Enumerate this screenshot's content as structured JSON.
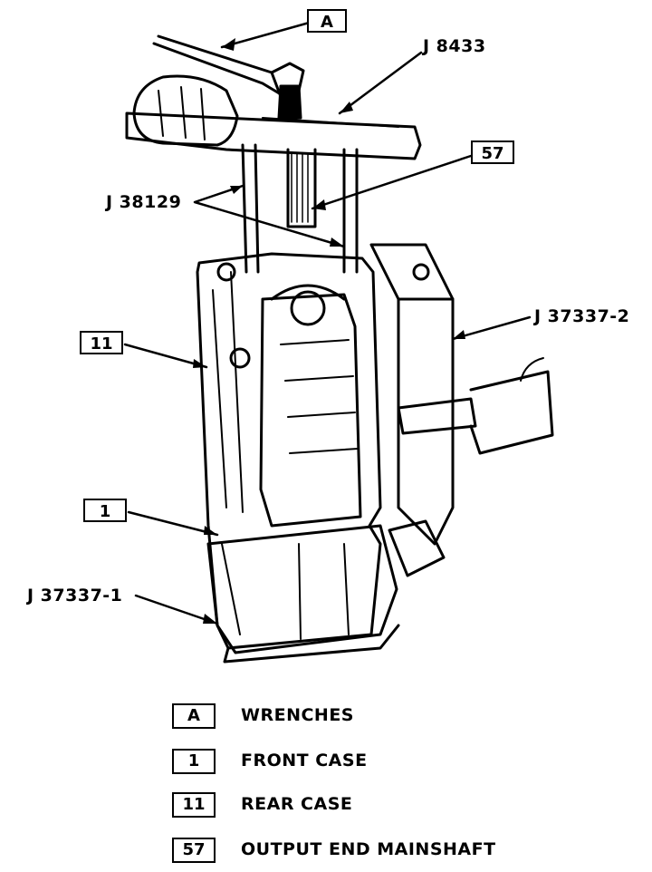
{
  "callouts": {
    "a": "A",
    "c57": "57",
    "c11": "11",
    "c1": "1"
  },
  "tools": {
    "j8433": "J 8433",
    "j38129": "J 38129",
    "j37337_2": "J 37337-2",
    "j37337_1": "J 37337-1"
  },
  "legend": [
    {
      "key": "A",
      "text": "WRENCHES"
    },
    {
      "key": "1",
      "text": "FRONT CASE"
    },
    {
      "key": "11",
      "text": "REAR CASE"
    },
    {
      "key": "57",
      "text": "OUTPUT END MAINSHAFT"
    }
  ]
}
